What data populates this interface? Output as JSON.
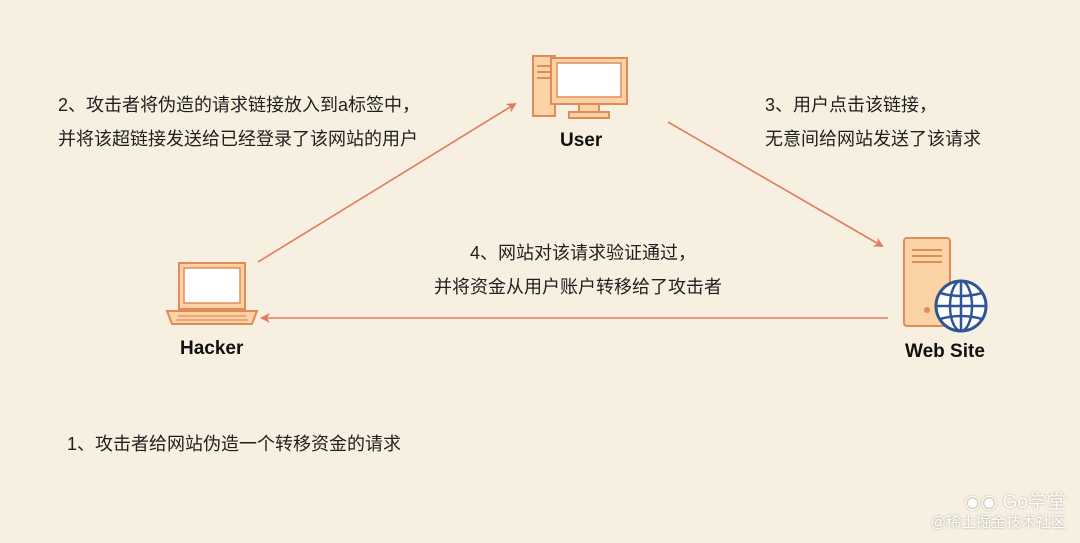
{
  "nodes": {
    "user": "User",
    "hacker": "Hacker",
    "website": "Web Site"
  },
  "steps": {
    "step1": "1、攻击者给网站伪造一个转移资金的请求",
    "step2_line1": "2、攻击者将伪造的请求链接放入到a标签中，",
    "step2_line2": "并将该超链接发送给已经登录了该网站的用户",
    "step3_line1": "3、用户点击该链接，",
    "step3_line2": "无意间给网站发送了该请求",
    "step4_line1": "4、网站对该请求验证通过，",
    "step4_line2": "并将资金从用户账户转移给了攻击者"
  },
  "watermark": {
    "brand": "Go学堂",
    "credit": "@稀土掘金技术社区"
  },
  "colors": {
    "background": "#f7f0e0",
    "arrow": "#e27a5f",
    "icon_fill": "#fbd3a4",
    "icon_stroke": "#e38a5a",
    "globe": "#2f5597"
  }
}
